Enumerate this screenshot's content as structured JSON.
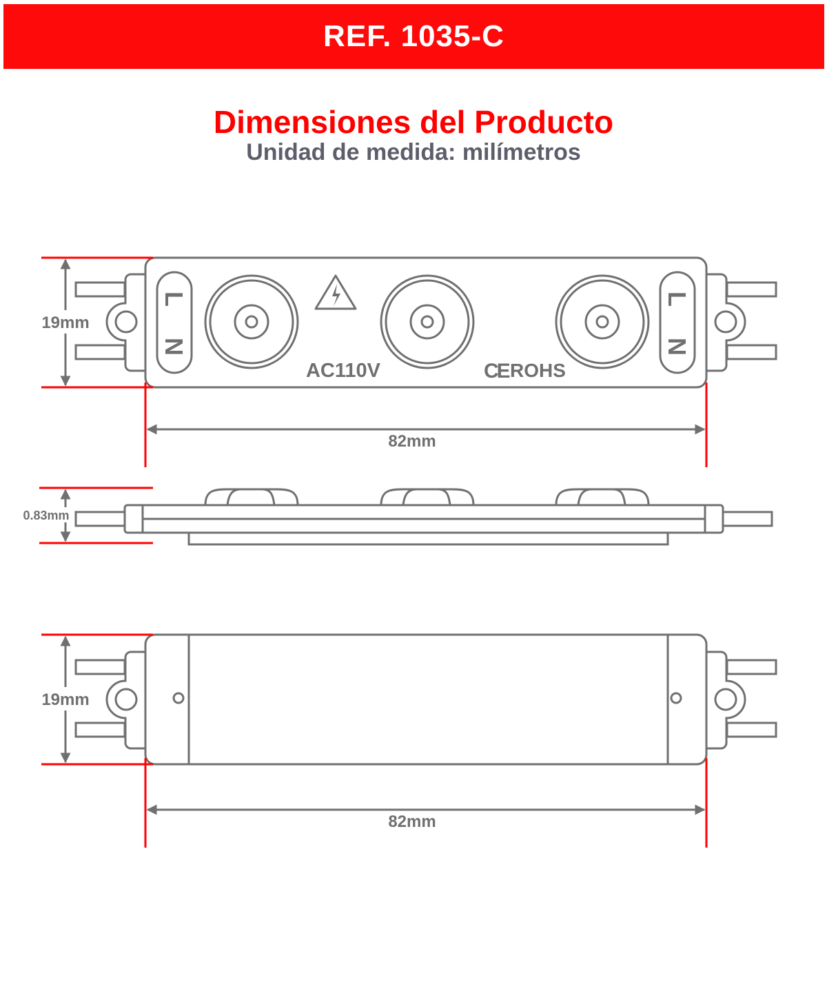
{
  "header": {
    "ref": "REF. 1035-C"
  },
  "title": "Dimensiones del Producto",
  "subtitle": "Unidad de medida: milímetros",
  "top_view": {
    "height_label": "19mm",
    "width_label": "82mm",
    "pin_left": "L",
    "pin_right": "N",
    "voltage": "AC110V",
    "cert": "ROHS",
    "ce_mark": "CE"
  },
  "side_view": {
    "thickness_label": "0.83mm"
  },
  "bottom_view": {
    "height_label": "19mm",
    "width_label": "82mm"
  },
  "colors": {
    "brand_red": "#ff0a0a",
    "line_gray": "#707070",
    "subtitle_gray": "#5c5f6b"
  }
}
